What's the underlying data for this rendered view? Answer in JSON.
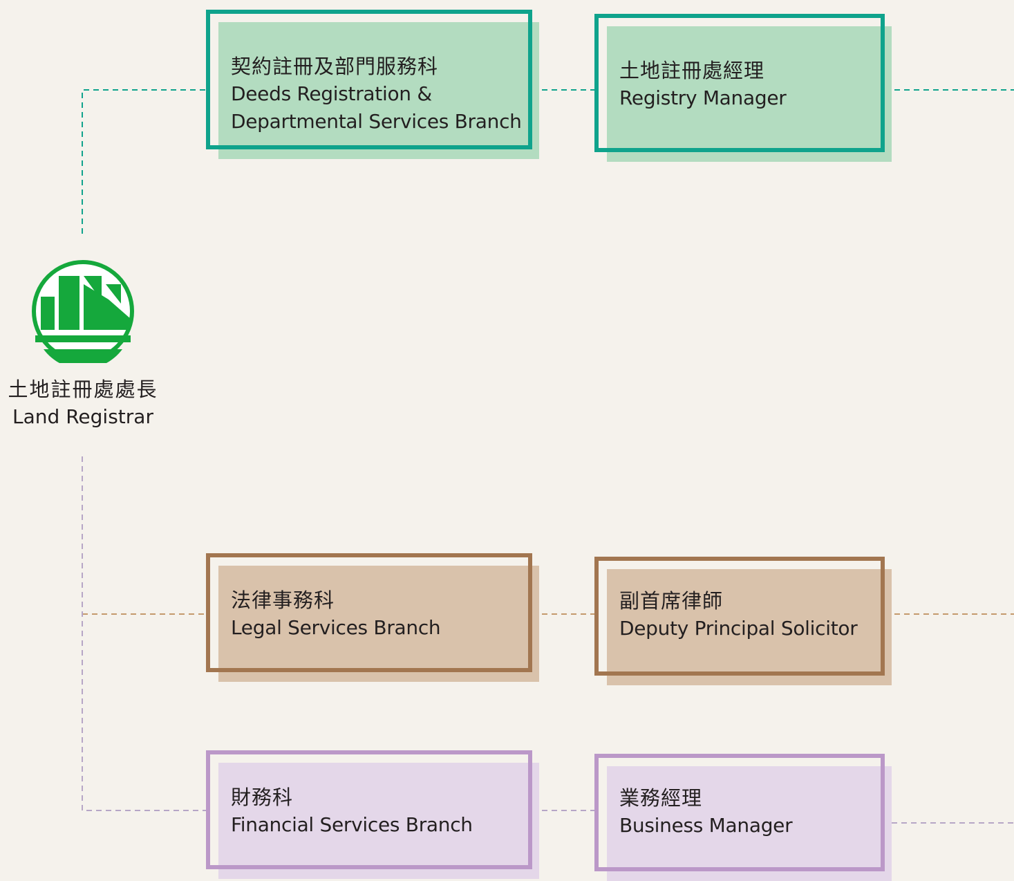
{
  "registrar": {
    "title_zh": "土地註冊處處長",
    "title_en": "Land Registrar"
  },
  "branches": [
    {
      "name_zh": "契約註冊及部門服務科",
      "name_en_line1": "Deeds Registration &",
      "name_en_line2": "Departmental Services Branch",
      "head_zh": "土地註冊處經理",
      "head_en": "Registry Manager"
    },
    {
      "name_zh": "法律事務科",
      "name_en_line1": "Legal Services Branch",
      "head_zh": "副首席律師",
      "head_en": "Deputy Principal Solicitor"
    },
    {
      "name_zh": "財務科",
      "name_en_line1": "Financial Services Branch",
      "head_zh": "業務經理",
      "head_en": "Business Manager"
    }
  ],
  "colors": {
    "background": "#f5f2ec",
    "green_line": "#0fa38c",
    "green_fill": "#b3dcc0",
    "brown_line": "#a27650",
    "brown_fill": "#d9c2ab",
    "purple_line": "#bb98c8",
    "purple_fill": "#e4d7e9",
    "logo_green": "#15a83c"
  },
  "logo_icon": "land-registry-logo"
}
